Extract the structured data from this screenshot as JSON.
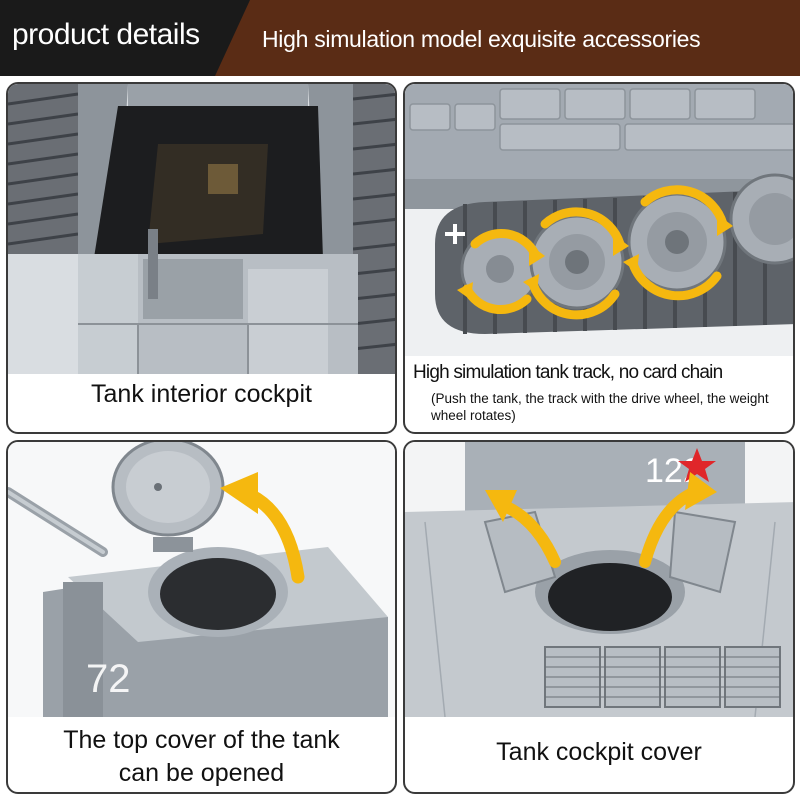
{
  "header": {
    "left_title": "product details",
    "right_title": "High simulation model exquisite accessories"
  },
  "panels": [
    {
      "caption": "Tank interior cockpit"
    },
    {
      "caption": "High simulation tank track, no card chain",
      "subcaption": "(Push the tank, the track with the drive wheel, the weight wheel rotates)"
    },
    {
      "caption_line1": "The top cover of the tank",
      "caption_line2": "can be opened"
    },
    {
      "caption": "Tank cockpit cover",
      "turret_number": "122"
    }
  ],
  "colors": {
    "header_brown": "#5a2c15",
    "header_black": "#1a1a1a",
    "arrow_yellow": "#f5b80f",
    "brick_gray": "#a9b0b8",
    "star_red": "#e0262a"
  },
  "icons": [
    "rotation-arrow-icon",
    "opening-arrow-icon",
    "red-star-icon"
  ]
}
